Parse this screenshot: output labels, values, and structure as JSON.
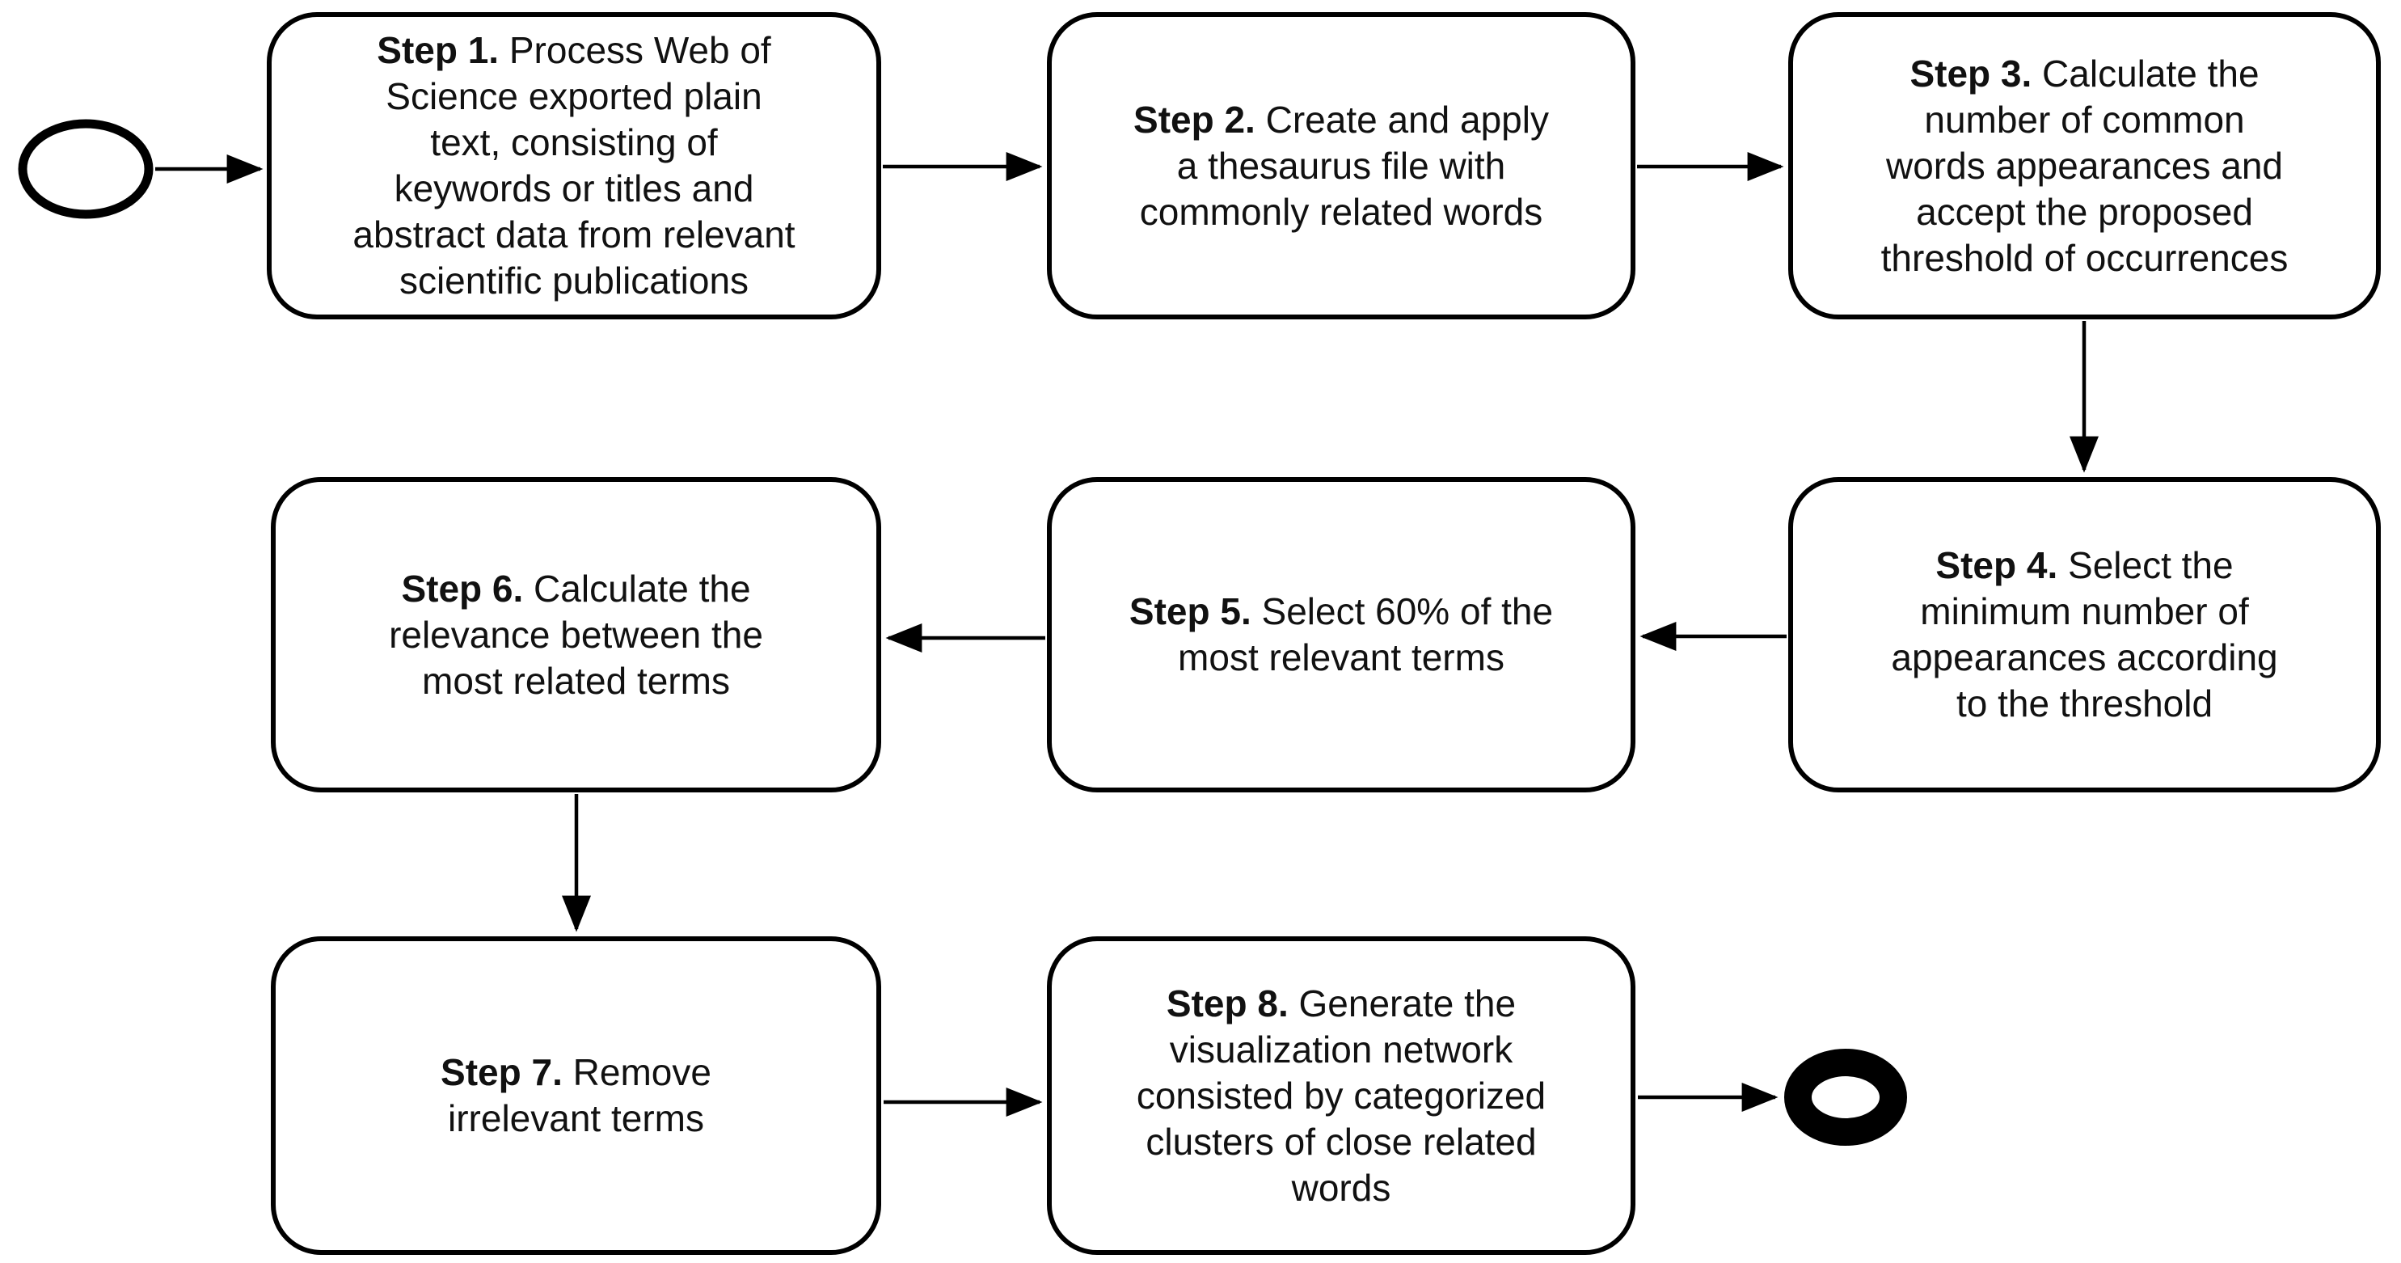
{
  "diagram": {
    "title": "",
    "colors": {
      "background": "#ffffff",
      "node_fill": "#ffffff",
      "node_border": "#000000",
      "text": "#111111",
      "arrow": "#000000"
    },
    "start_symbol": "start-circle",
    "end_symbol": "end-filled-ring",
    "steps": [
      {
        "label": "Step 1.",
        "line1": "Process Web of",
        "rest_lines": [
          "Science exported plain",
          "text, consisting of",
          "keywords or titles and",
          "abstract data from relevant",
          "scientific publications"
        ]
      },
      {
        "label": "Step 2.",
        "line1": "Create and apply",
        "rest_lines": [
          "a thesaurus file with",
          "commonly related words"
        ]
      },
      {
        "label": "Step 3.",
        "line1": "Calculate the",
        "rest_lines": [
          "number of common",
          "words appearances and",
          "accept the proposed",
          "threshold of occurrences"
        ]
      },
      {
        "label": "Step 4.",
        "line1": "Select the",
        "rest_lines": [
          "minimum number of",
          "appearances according",
          "to the threshold"
        ]
      },
      {
        "label": "Step 5.",
        "line1": "Select 60% of the",
        "rest_lines": [
          "most relevant terms"
        ]
      },
      {
        "label": "Step 6.",
        "line1": "Calculate the",
        "rest_lines": [
          "relevance between the",
          "most related terms"
        ]
      },
      {
        "label": "Step 7.",
        "line1": "Remove",
        "rest_lines": [
          "irrelevant terms"
        ]
      },
      {
        "label": "Step 8.",
        "line1": "Generate the",
        "rest_lines": [
          "visualization network",
          "consisted by categorized",
          "clusters of close related",
          "words"
        ]
      }
    ],
    "connections": [
      "start to step1",
      "step1 to step2",
      "step2 to step3",
      "step3 to step4",
      "step4 to step5",
      "step5 to step6",
      "step6 to step7",
      "step7 to step8",
      "step8 to end"
    ]
  }
}
